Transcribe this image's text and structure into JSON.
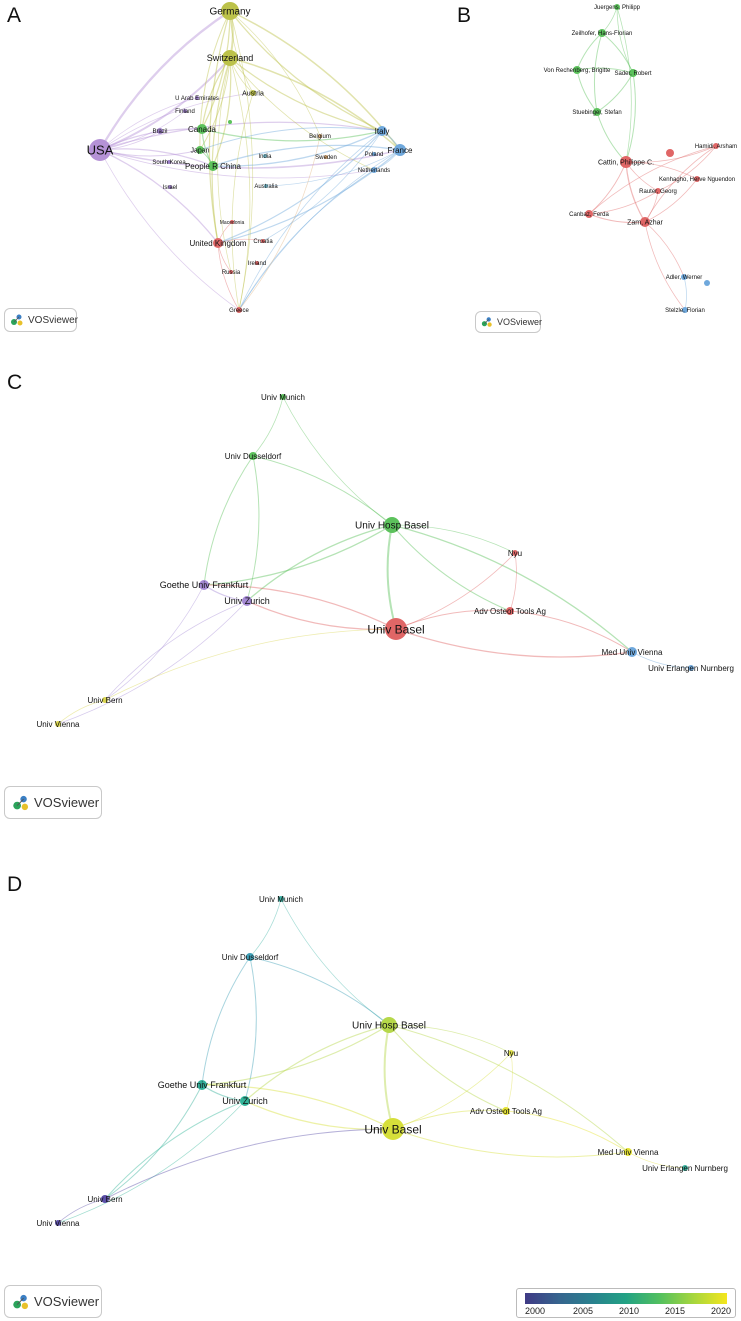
{
  "panels": [
    {
      "id": "A",
      "letter": "A",
      "nodes": [
        {
          "label": "USA",
          "color": "#b592d6",
          "size": 11
        },
        {
          "label": "Germany",
          "color": "#bcc24a",
          "size": 9
        },
        {
          "label": "Switzerland",
          "color": "#bcc24a",
          "size": 8
        },
        {
          "label": "Austria",
          "color": "#bcc24a",
          "size": 3
        },
        {
          "label": "U Arab Emirates",
          "color": "#9b7fc6",
          "size": 2
        },
        {
          "label": "Finland",
          "color": "#9b7fc6",
          "size": 2
        },
        {
          "label": "Brazil",
          "color": "#9b7fc6",
          "size": 3
        },
        {
          "label": "Canada",
          "color": "#5cc25c",
          "size": 5
        },
        {
          "label": "Japan",
          "color": "#5cc25c",
          "size": 4
        },
        {
          "label": "South Korea",
          "color": "#9b7fc6",
          "size": 2
        },
        {
          "label": "People R China",
          "color": "#5cc25c",
          "size": 5
        },
        {
          "label": "Israel",
          "color": "#9b7fc6",
          "size": 2
        },
        {
          "label": "India",
          "color": "#7cc4d6",
          "size": 2
        },
        {
          "label": "Australia",
          "color": "#7cc4d6",
          "size": 2
        },
        {
          "label": "Belgium",
          "color": "#e0b07a",
          "size": 2
        },
        {
          "label": "Sweden",
          "color": "#e0b07a",
          "size": 2
        },
        {
          "label": "Italy",
          "color": "#6fa8dc",
          "size": 5
        },
        {
          "label": "France",
          "color": "#6fa8dc",
          "size": 6
        },
        {
          "label": "Poland",
          "color": "#6fa8dc",
          "size": 2
        },
        {
          "label": "Netherlands",
          "color": "#6fa8dc",
          "size": 3
        },
        {
          "label": "Macedonia",
          "color": "#e06666",
          "size": 2
        },
        {
          "label": "United Kingdom",
          "color": "#e06666",
          "size": 5
        },
        {
          "label": "Croatia",
          "color": "#e06666",
          "size": 2
        },
        {
          "label": "Ireland",
          "color": "#e06666",
          "size": 2
        },
        {
          "label": "Russia",
          "color": "#e06666",
          "size": 2
        },
        {
          "label": "Greece",
          "color": "#e06666",
          "size": 3
        },
        {
          "label": "",
          "color": "#5cc25c",
          "size": 2
        }
      ],
      "edges": [
        [
          "USA",
          "Germany"
        ],
        [
          "USA",
          "Switzerland"
        ],
        [
          "USA",
          "Italy"
        ],
        [
          "USA",
          "France"
        ],
        [
          "USA",
          "United Kingdom"
        ],
        [
          "USA",
          "Greece"
        ],
        [
          "USA",
          "Canada"
        ],
        [
          "USA",
          "Japan"
        ],
        [
          "USA",
          "People R China"
        ],
        [
          "USA",
          "Brazil"
        ],
        [
          "USA",
          "Austria"
        ],
        [
          "USA",
          "Netherlands"
        ],
        [
          "USA",
          "U Arab Emirates"
        ],
        [
          "USA",
          "Finland"
        ],
        [
          "Germany",
          "Switzerland"
        ],
        [
          "Germany",
          "Italy"
        ],
        [
          "Germany",
          "France"
        ],
        [
          "Germany",
          "United Kingdom"
        ],
        [
          "Germany",
          "Greece"
        ],
        [
          "Germany",
          "Austria"
        ],
        [
          "Germany",
          "Canada"
        ],
        [
          "Germany",
          "Japan"
        ],
        [
          "Germany",
          "Belgium"
        ],
        [
          "Switzerland",
          "Italy"
        ],
        [
          "Switzerland",
          "France"
        ],
        [
          "Switzerland",
          "United Kingdom"
        ],
        [
          "Switzerland",
          "Greece"
        ],
        [
          "Switzerland",
          "Austria"
        ],
        [
          "Switzerland",
          "People R China"
        ],
        [
          "Switzerland",
          "Canada"
        ],
        [
          "Switzerland",
          "Japan"
        ],
        [
          "Switzerland",
          "Netherlands"
        ],
        [
          "Italy",
          "France"
        ],
        [
          "Italy",
          "Greece"
        ],
        [
          "Italy",
          "United Kingdom"
        ],
        [
          "Italy",
          "Japan"
        ],
        [
          "Italy",
          "People R China"
        ],
        [
          "France",
          "Greece"
        ],
        [
          "France",
          "United Kingdom"
        ],
        [
          "France",
          "People R China"
        ],
        [
          "France",
          "Netherlands"
        ],
        [
          "United Kingdom",
          "Greece"
        ],
        [
          "United Kingdom",
          "Croatia"
        ],
        [
          "United Kingdom",
          "Russia"
        ],
        [
          "United Kingdom",
          "Macedonia"
        ],
        [
          "Netherlands",
          "Greece"
        ],
        [
          "Italy",
          "Croatia"
        ],
        [
          "Canada",
          "People R China"
        ],
        [
          "Japan",
          "People R China"
        ],
        [
          "Austria",
          "Greece"
        ],
        [
          "France",
          "Australia"
        ],
        [
          "Switzerland",
          "Russia"
        ],
        [
          "Belgium",
          "Greece"
        ],
        [
          "Canada",
          "Italy"
        ]
      ],
      "badge": "VOSviewer"
    },
    {
      "id": "B",
      "letter": "B",
      "nodes": [
        {
          "label": "Juergens, Philipp",
          "color": "#5cc25c",
          "size": 3
        },
        {
          "label": "Zeilhofer, Hans-Florian",
          "color": "#5cc25c",
          "size": 4
        },
        {
          "label": "Von Rechenberg, Brigitte",
          "color": "#5cc25c",
          "size": 4
        },
        {
          "label": "Sader, Robert",
          "color": "#5cc25c",
          "size": 4
        },
        {
          "label": "Stuebinger, Stefan",
          "color": "#5cc25c",
          "size": 4
        },
        {
          "label": "Hamidi, Arsham",
          "color": "#e06666",
          "size": 3
        },
        {
          "label": "",
          "color": "#e06666",
          "size": 4
        },
        {
          "label": "Cattin, Philippe C.",
          "color": "#e06666",
          "size": 6
        },
        {
          "label": "Kenhagho, Herve Nguendon",
          "color": "#e06666",
          "size": 3
        },
        {
          "label": "Rauter, Georg",
          "color": "#e06666",
          "size": 3
        },
        {
          "label": "Canbaz, Ferda",
          "color": "#e06666",
          "size": 4
        },
        {
          "label": "Zam, Azhar",
          "color": "#e06666",
          "size": 5
        },
        {
          "label": "Adler, Werner",
          "color": "#6fa8dc",
          "size": 3
        },
        {
          "label": "Stelzle, Florian",
          "color": "#6fa8dc",
          "size": 3
        },
        {
          "label": " ",
          "color": "#6fa8dc",
          "size": 3
        }
      ],
      "edges": [
        [
          "Juergens, Philipp",
          "Zeilhofer, Hans-Florian"
        ],
        [
          "Juergens, Philipp",
          "Sader, Robert"
        ],
        [
          "Juergens, Philipp",
          "Cattin, Philippe C."
        ],
        [
          "Zeilhofer, Hans-Florian",
          "Von Rechenberg, Brigitte"
        ],
        [
          "Zeilhofer, Hans-Florian",
          "Sader, Robert"
        ],
        [
          "Zeilhofer, Hans-Florian",
          "Stuebinger, Stefan"
        ],
        [
          "Von Rechenberg, Brigitte",
          "Sader, Robert"
        ],
        [
          "Von Rechenberg, Brigitte",
          "Stuebinger, Stefan"
        ],
        [
          "Sader, Robert",
          "Stuebinger, Stefan"
        ],
        [
          "Stuebinger, Stefan",
          "Cattin, Philippe C."
        ],
        [
          "Sader, Robert",
          "Cattin, Philippe C."
        ],
        [
          "Cattin, Philippe C.",
          "Hamidi, Arsham"
        ],
        [
          "Cattin, Philippe C.",
          "Kenhagho, Herve Nguendon"
        ],
        [
          "Cattin, Philippe C.",
          "Rauter, Georg"
        ],
        [
          "Cattin, Philippe C.",
          "Canbaz, Ferda"
        ],
        [
          "Cattin, Philippe C.",
          "Zam, Azhar"
        ],
        [
          "Zam, Azhar",
          "Canbaz, Ferda"
        ],
        [
          "Zam, Azhar",
          "Rauter, Georg"
        ],
        [
          "Zam, Azhar",
          "Hamidi, Arsham"
        ],
        [
          "Zam, Azhar",
          "Kenhagho, Herve Nguendon"
        ],
        [
          "Canbaz, Ferda",
          "Hamidi, Arsham"
        ],
        [
          "Rauter, Georg",
          "Hamidi, Arsham"
        ],
        [
          "Zam, Azhar",
          "Adler, Werner"
        ],
        [
          "Zam, Azhar",
          "Stelzle, Florian"
        ],
        [
          "Adler, Werner",
          "Stelzle, Florian"
        ],
        [
          "Canbaz, Ferda",
          "Rauter, Georg"
        ]
      ],
      "badge": "VOSviewer"
    },
    {
      "id": "C",
      "letter": "C",
      "nodes": [
        {
          "label": "Univ Munich",
          "color": "#5cc25c",
          "size": 3
        },
        {
          "label": "Univ Dusseldorf",
          "color": "#5cc25c",
          "size": 4
        },
        {
          "label": "Univ Hosp Basel",
          "color": "#5cc25c",
          "size": 8
        },
        {
          "label": "Nyu",
          "color": "#e06666",
          "size": 3
        },
        {
          "label": "Goethe Univ Frankfurt",
          "color": "#a58ad4",
          "size": 5
        },
        {
          "label": "Univ Zurich",
          "color": "#a58ad4",
          "size": 5
        },
        {
          "label": "Univ Basel",
          "color": "#e06666",
          "size": 11
        },
        {
          "label": "Adv Osteot Tools Ag",
          "color": "#e06666",
          "size": 4
        },
        {
          "label": "Med Univ Vienna",
          "color": "#6fa8dc",
          "size": 5
        },
        {
          "label": "Univ Erlangen Nurnberg",
          "color": "#6fa8dc",
          "size": 3
        },
        {
          "label": "Univ Bern",
          "color": "#d9d44f",
          "size": 3
        },
        {
          "label": "Univ Vienna",
          "color": "#d9d44f",
          "size": 3
        }
      ],
      "edges": [
        [
          "Univ Munich",
          "Univ Dusseldorf"
        ],
        [
          "Univ Munich",
          "Univ Hosp Basel"
        ],
        [
          "Univ Dusseldorf",
          "Univ Hosp Basel"
        ],
        [
          "Univ Dusseldorf",
          "Goethe Univ Frankfurt"
        ],
        [
          "Univ Dusseldorf",
          "Univ Zurich"
        ],
        [
          "Univ Hosp Basel",
          "Univ Basel"
        ],
        [
          "Univ Hosp Basel",
          "Nyu"
        ],
        [
          "Univ Hosp Basel",
          "Adv Osteot Tools Ag"
        ],
        [
          "Univ Hosp Basel",
          "Goethe Univ Frankfurt"
        ],
        [
          "Univ Hosp Basel",
          "Univ Zurich"
        ],
        [
          "Univ Hosp Basel",
          "Med Univ Vienna"
        ],
        [
          "Univ Basel",
          "Nyu"
        ],
        [
          "Univ Basel",
          "Adv Osteot Tools Ag"
        ],
        [
          "Univ Basel",
          "Goethe Univ Frankfurt"
        ],
        [
          "Univ Basel",
          "Univ Zurich"
        ],
        [
          "Univ Basel",
          "Med Univ Vienna"
        ],
        [
          "Nyu",
          "Adv Osteot Tools Ag"
        ],
        [
          "Goethe Univ Frankfurt",
          "Univ Zurich"
        ],
        [
          "Goethe Univ Frankfurt",
          "Univ Bern"
        ],
        [
          "Univ Zurich",
          "Univ Bern"
        ],
        [
          "Univ Zurich",
          "Univ Vienna"
        ],
        [
          "Univ Bern",
          "Univ Vienna"
        ],
        [
          "Adv Osteot Tools Ag",
          "Med Univ Vienna"
        ],
        [
          "Med Univ Vienna",
          "Univ Erlangen Nurnberg"
        ],
        [
          "Univ Bern",
          "Univ Basel"
        ]
      ],
      "badge": "VOSviewer"
    },
    {
      "id": "D",
      "letter": "D",
      "nodes": [
        {
          "label": "Univ Munich",
          "color": "#3fb3a6",
          "size": 3
        },
        {
          "label": "Univ Dusseldorf",
          "color": "#3f9fb6",
          "size": 4
        },
        {
          "label": "Univ Hosp Basel",
          "color": "#b6d84a",
          "size": 8
        },
        {
          "label": "Nyu",
          "color": "#dfe04a",
          "size": 3
        },
        {
          "label": "Goethe Univ Frankfurt",
          "color": "#33b09a",
          "size": 5
        },
        {
          "label": "Univ Zurich",
          "color": "#33b59a",
          "size": 5
        },
        {
          "label": "Univ Basel",
          "color": "#d6df3a",
          "size": 11
        },
        {
          "label": "Adv Osteot Tools Ag",
          "color": "#e4e234",
          "size": 4
        },
        {
          "label": "Med Univ Vienna",
          "color": "#e4e234",
          "size": 4
        },
        {
          "label": "Univ Erlangen Nurnberg",
          "color": "#39b4a0",
          "size": 3
        },
        {
          "label": "Univ Bern",
          "color": "#5b4fa8",
          "size": 4
        },
        {
          "label": "Univ Vienna",
          "color": "#5b4fa8",
          "size": 3
        }
      ],
      "edges": [
        [
          "Univ Munich",
          "Univ Dusseldorf"
        ],
        [
          "Univ Munich",
          "Univ Hosp Basel"
        ],
        [
          "Univ Dusseldorf",
          "Univ Hosp Basel"
        ],
        [
          "Univ Dusseldorf",
          "Goethe Univ Frankfurt"
        ],
        [
          "Univ Dusseldorf",
          "Univ Zurich"
        ],
        [
          "Univ Hosp Basel",
          "Univ Basel"
        ],
        [
          "Univ Hosp Basel",
          "Nyu"
        ],
        [
          "Univ Hosp Basel",
          "Adv Osteot Tools Ag"
        ],
        [
          "Univ Hosp Basel",
          "Goethe Univ Frankfurt"
        ],
        [
          "Univ Hosp Basel",
          "Univ Zurich"
        ],
        [
          "Univ Hosp Basel",
          "Med Univ Vienna"
        ],
        [
          "Univ Basel",
          "Nyu"
        ],
        [
          "Univ Basel",
          "Adv Osteot Tools Ag"
        ],
        [
          "Univ Basel",
          "Goethe Univ Frankfurt"
        ],
        [
          "Univ Basel",
          "Univ Zurich"
        ],
        [
          "Univ Basel",
          "Med Univ Vienna"
        ],
        [
          "Nyu",
          "Adv Osteot Tools Ag"
        ],
        [
          "Goethe Univ Frankfurt",
          "Univ Zurich"
        ],
        [
          "Goethe Univ Frankfurt",
          "Univ Bern"
        ],
        [
          "Univ Zurich",
          "Univ Bern"
        ],
        [
          "Univ Zurich",
          "Univ Vienna"
        ],
        [
          "Univ Bern",
          "Univ Vienna"
        ],
        [
          "Adv Osteot Tools Ag",
          "Med Univ Vienna"
        ],
        [
          "Med Univ Vienna",
          "Univ Erlangen Nurnberg"
        ],
        [
          "Univ Bern",
          "Univ Basel"
        ]
      ],
      "badge": "VOSviewer",
      "colorbar": {
        "ticks": [
          "2000",
          "2005",
          "2010",
          "2015",
          "2020"
        ],
        "colors": [
          "#3f3a85",
          "#36648e",
          "#29818e",
          "#22a284",
          "#52c05f",
          "#a6d63d",
          "#f4e61e"
        ]
      }
    }
  ]
}
